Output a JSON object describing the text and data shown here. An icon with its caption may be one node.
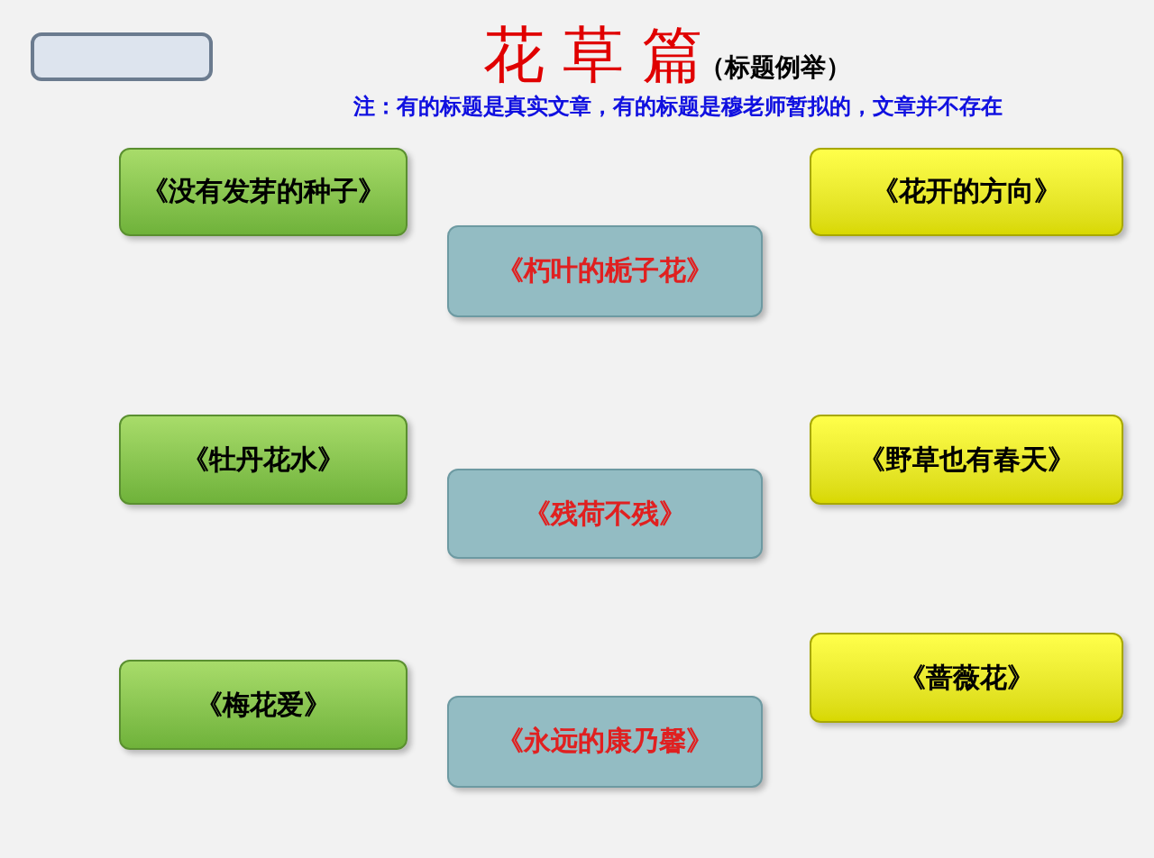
{
  "diagram": {
    "title": "花草篇",
    "nodes": [
      {
        "text": [],
        "shape": "box"
      },
      {
        "text": [
          "《没有发芽的种子》"
        ]
      },
      {
        "text": [
          "《花开的方向》"
        ]
      },
      {
        "text": [
          "《朽叶的栀子花》"
        ]
      },
      {
        "text": [
          "《牡丹花水》"
        ]
      },
      {
        "text": [
          "《野草也有春天》"
        ]
      },
      {
        "text": [
          "《残荷不残》"
        ]
      },
      {
        "text": [
          "《梅花爱》"
        ]
      },
      {
        "text": [
          "《蔷薇花》"
        ]
      },
      {
        "text": [
          "《永远的康乃馨》"
        ]
      }
    ],
    "labels": [
      "（标题例举）",
      "注：有的标题是真实文章，有的标题是穆老师暂拟的，文章并不存在"
    ]
  }
}
